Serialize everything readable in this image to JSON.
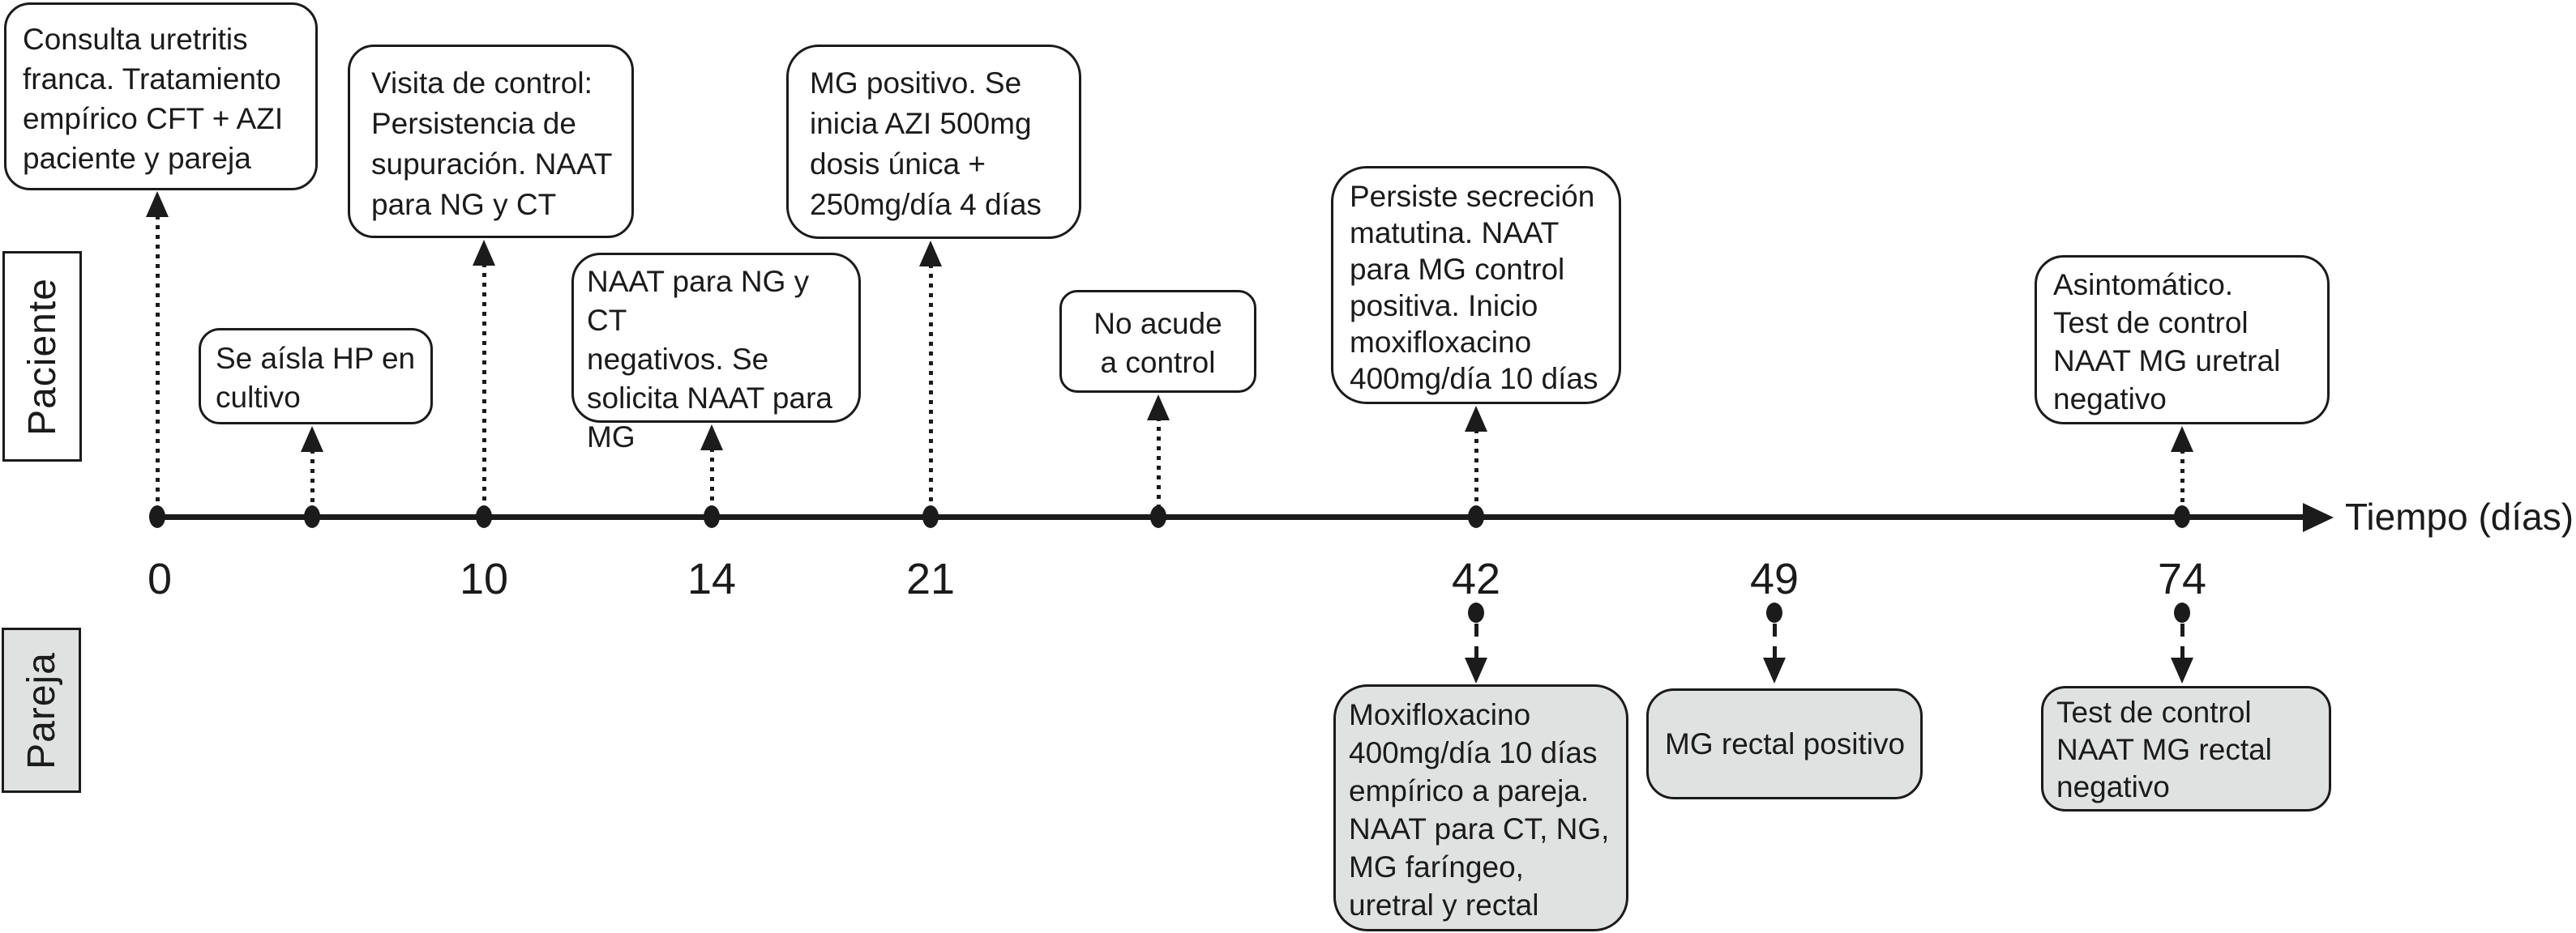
{
  "axis": {
    "label": "Tiempo (días)",
    "ticks": [
      "0",
      "10",
      "14",
      "21",
      "42",
      "49",
      "74"
    ],
    "tick_days": [
      0,
      10,
      14,
      21,
      42,
      49,
      74
    ]
  },
  "lanes": {
    "patient": "Paciente",
    "partner": "Pareja"
  },
  "patient_events": {
    "consulta": "Consulta uretritis\nfranca. Tratamiento\nempírico CFT + AZI\npaciente y pareja",
    "aisla": "Se aísla HP en\ncultivo",
    "visita": "Visita de control:\nPersistencia de\nsupuración. NAAT\npara NG y CT",
    "naat_negativos": "NAAT para NG y CT\nnegativos. Se\nsolicita NAAT para\nMG",
    "mg_positivo": "MG positivo. Se\ninicia AZI 500mg\ndosis única +\n250mg/día 4 días",
    "no_acude": "No acude\na control",
    "persiste": "Persiste secreción\nmatutina. NAAT\npara MG control\npositiva. Inicio\nmoxifloxacino\n400mg/día 10 días",
    "asintomatico": "Asintomático.\nTest de control\nNAAT MG uretral\nnegativo"
  },
  "partner_events": {
    "moxifloxacino": "Moxifloxacino\n400mg/día 10 días\nempírico a pareja.\nNAAT para CT, NG,\nMG faríngeo,\nuretral y rectal",
    "mg_rectal": "MG rectal positivo",
    "test_rectal": "Test de control\nNAAT MG rectal\nnegativo"
  },
  "colors": {
    "line": "#1b1b1b",
    "patient_box_fill": "#ffffff",
    "partner_box_fill": "#e0e1e1"
  }
}
